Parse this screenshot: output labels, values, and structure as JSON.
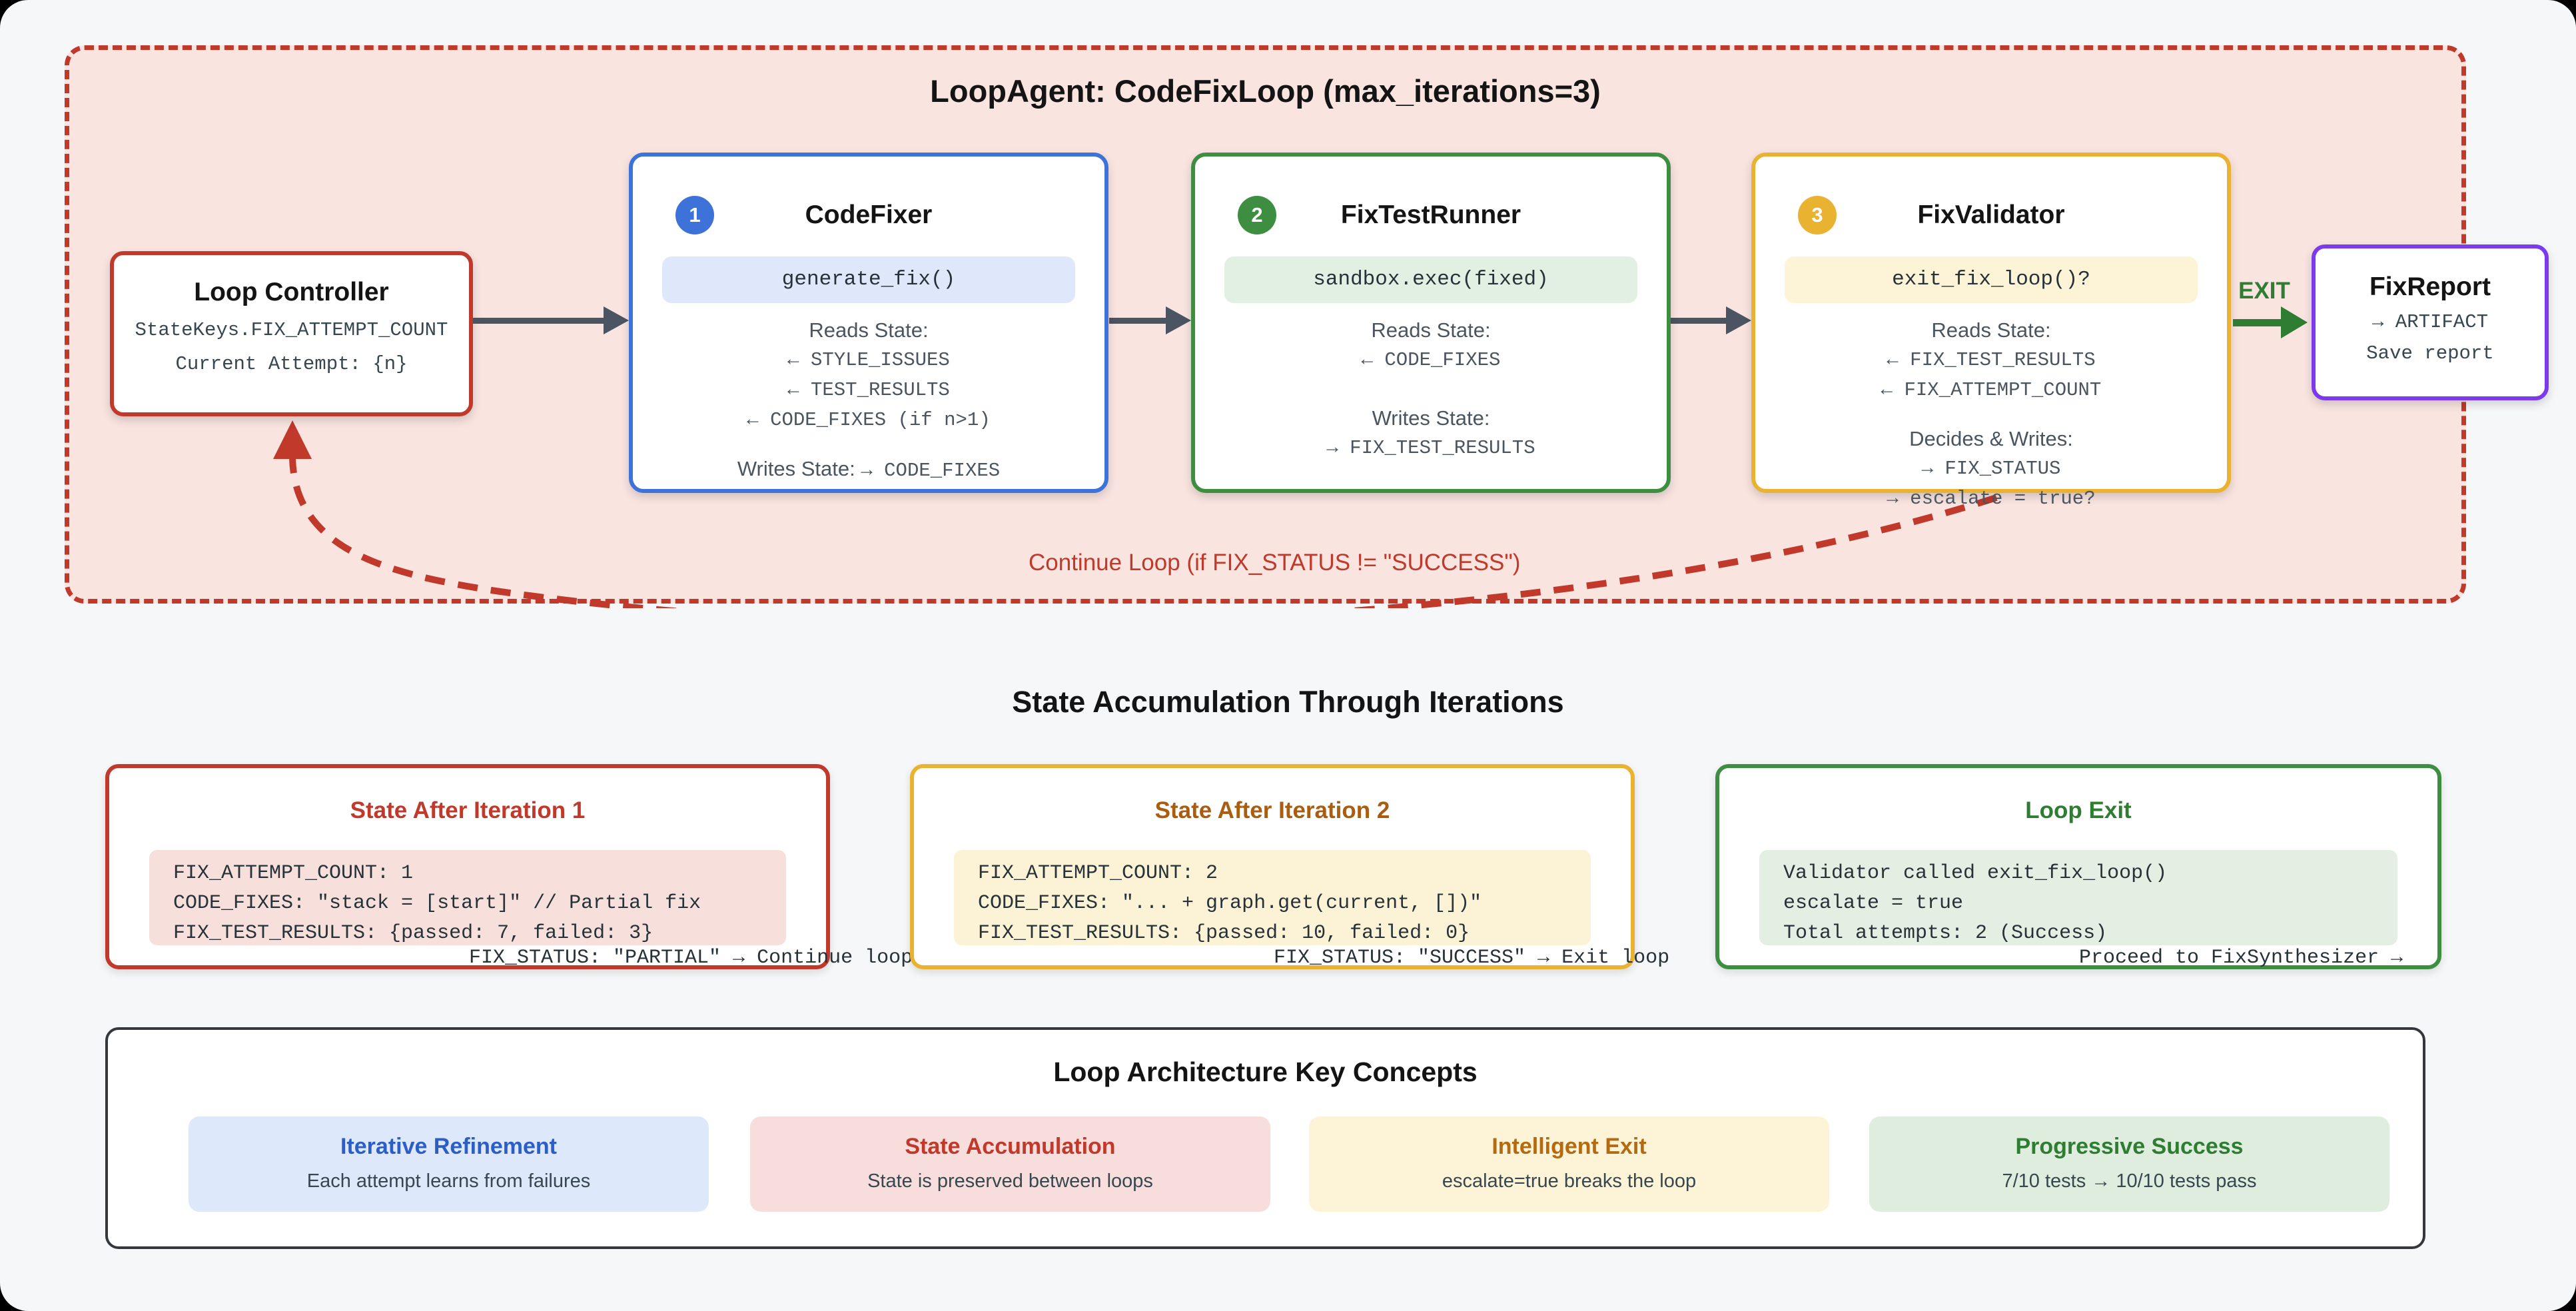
{
  "colors": {
    "page_bg": "#f6f7f9",
    "loop_container_bg": "#f9e4e0",
    "loop_border_red": "#c0392b",
    "agent_blue": "#3d73d9",
    "agent_green": "#3e8e41",
    "agent_amber": "#eab231",
    "report_purple": "#7c3aed",
    "flow_arrow_gray": "#4a5462",
    "exit_green": "#2e7d32"
  },
  "loop_section": {
    "title": "LoopAgent: CodeFixLoop (max_iterations=3)",
    "controller": {
      "title": "Loop Controller",
      "line1": "StateKeys.FIX_ATTEMPT_COUNT",
      "line2": "Current Attempt: {n}"
    },
    "agents": [
      {
        "badge": "1",
        "title": "CodeFixer",
        "code": "generate_fix()",
        "rows": [
          {
            "text": "Reads State:"
          },
          {
            "text": "← STYLE_ISSUES"
          },
          {
            "text": "← TEST_RESULTS"
          },
          {
            "text": "← CODE_FIXES (if n>1)"
          },
          {
            "label": "Writes State:",
            "value": "→ CODE_FIXES"
          }
        ]
      },
      {
        "badge": "2",
        "title": "FixTestRunner",
        "code": "sandbox.exec(fixed)",
        "rows": [
          {
            "text": "Reads State:"
          },
          {
            "text": "← CODE_FIXES"
          },
          {
            "text": "Writes State:"
          },
          {
            "text": "→ FIX_TEST_RESULTS"
          }
        ]
      },
      {
        "badge": "3",
        "title": "FixValidator",
        "code": "exit_fix_loop()?",
        "rows": [
          {
            "text": "Reads State:"
          },
          {
            "text": "← FIX_TEST_RESULTS"
          },
          {
            "text": "← FIX_ATTEMPT_COUNT"
          },
          {
            "text": "Decides & Writes:"
          },
          {
            "text": "→ FIX_STATUS"
          },
          {
            "text": "→ escalate = true?"
          }
        ]
      }
    ],
    "exit_label": "EXIT",
    "report": {
      "title": "FixReport",
      "line1": "→ ARTIFACT",
      "line2": "Save report"
    },
    "continue_label": "Continue Loop (if FIX_STATUS != \"SUCCESS\")"
  },
  "state_section": {
    "title": "State Accumulation Through Iterations",
    "boxes": [
      {
        "title": "State After Iteration 1",
        "lines": [
          "FIX_ATTEMPT_COUNT: 1",
          "CODE_FIXES: \"stack = [start]\" // Partial fix",
          "FIX_TEST_RESULTS: {passed: 7, failed: 3}"
        ],
        "footer": "FIX_STATUS: \"PARTIAL\" → Continue loop"
      },
      {
        "title": "State After Iteration 2",
        "lines": [
          "FIX_ATTEMPT_COUNT: 2",
          "CODE_FIXES: \"... + graph.get(current, [])\"",
          "FIX_TEST_RESULTS: {passed: 10, failed: 0}"
        ],
        "footer": "FIX_STATUS: \"SUCCESS\" → Exit loop"
      },
      {
        "title": "Loop Exit",
        "lines": [
          "Validator called exit_fix_loop()",
          "escalate = true",
          "Total attempts: 2 (Success)"
        ],
        "footer": "Proceed to FixSynthesizer →"
      }
    ]
  },
  "concepts_section": {
    "title": "Loop Architecture Key Concepts",
    "cards": [
      {
        "title": "Iterative Refinement",
        "subtitle": "Each attempt learns from failures"
      },
      {
        "title": "State Accumulation",
        "subtitle": "State is preserved between loops"
      },
      {
        "title": "Intelligent Exit",
        "subtitle": "escalate=true breaks the loop"
      },
      {
        "title": "Progressive Success",
        "subtitle": "7/10 tests → 10/10 tests pass"
      }
    ]
  }
}
